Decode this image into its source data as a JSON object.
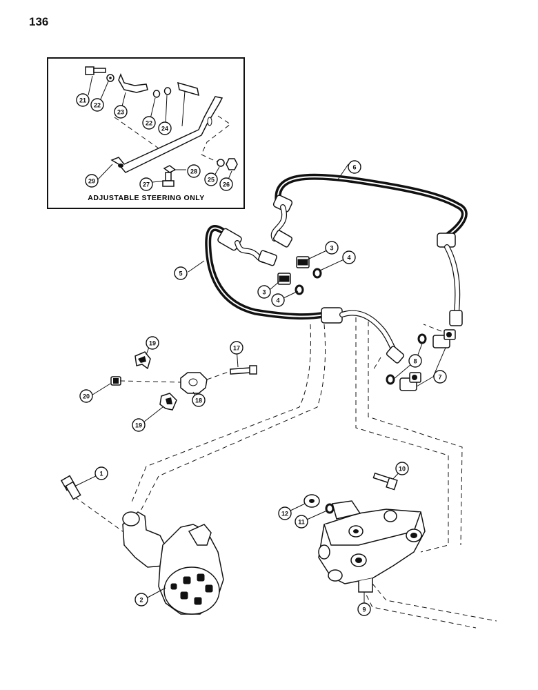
{
  "page": {
    "number": "136"
  },
  "inset": {
    "caption": "ADJUSTABLE STEERING ONLY"
  },
  "callouts": {
    "c1": "1",
    "c2": "2",
    "c3a": "3",
    "c3b": "3",
    "c4a": "4",
    "c4b": "4",
    "c5": "5",
    "c6": "6",
    "c7": "7",
    "c8": "8",
    "c9": "9",
    "c10": "10",
    "c11": "11",
    "c12": "12",
    "c17": "17",
    "c18": "18",
    "c19a": "19",
    "c19b": "19",
    "c20": "20",
    "c21": "21",
    "c22a": "22",
    "c22b": "22",
    "c23": "23",
    "c24": "24",
    "c25": "25",
    "c26": "26",
    "c27": "27",
    "c28": "28",
    "c29": "29"
  }
}
